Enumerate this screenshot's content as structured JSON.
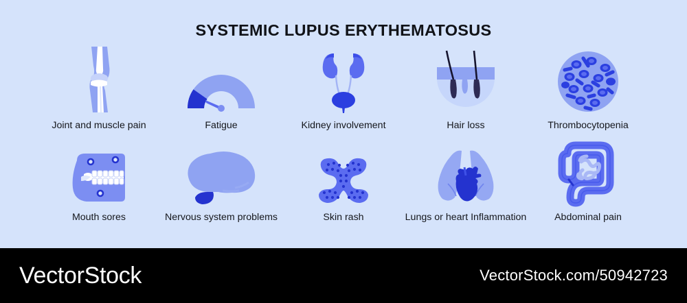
{
  "poster": {
    "title": "SYSTEMIC LUPUS ERYTHEMATOSUS",
    "background_color": "#d5e3fb",
    "title_color": "#111318"
  },
  "palette": {
    "light_periwinkle": "#a3b4f5",
    "medium_blue": "#5b6cf0",
    "deep_blue": "#2b3fe0",
    "dark_blue": "#2433cf",
    "white": "#ffffff",
    "pale_fill": "#c3d2f9",
    "footer_bg": "#000000",
    "footer_text": "#ffffff"
  },
  "symptoms": {
    "row1": [
      {
        "label": "Joint and muscle pain",
        "icon": "knee-joint-icon"
      },
      {
        "label": "Fatigue",
        "icon": "energy-gauge-icon"
      },
      {
        "label": "Kidney involvement",
        "icon": "kidneys-bladder-icon"
      },
      {
        "label": "Hair loss",
        "icon": "hair-follicle-icon"
      },
      {
        "label": "Thrombocytopenia",
        "icon": "blood-cells-icon"
      }
    ],
    "row2": [
      {
        "label": "Mouth sores",
        "icon": "mouth-teeth-icon"
      },
      {
        "label": "Nervous system problems",
        "icon": "brain-icon"
      },
      {
        "label": "Skin rash",
        "icon": "butterfly-rash-icon"
      },
      {
        "label": "Lungs or heart Inflammation",
        "icon": "lungs-heart-icon"
      },
      {
        "label": "Abdominal pain",
        "icon": "intestines-icon"
      }
    ]
  },
  "footer": {
    "brand": "VectorStock",
    "url": "VectorStock.com/50942723"
  }
}
